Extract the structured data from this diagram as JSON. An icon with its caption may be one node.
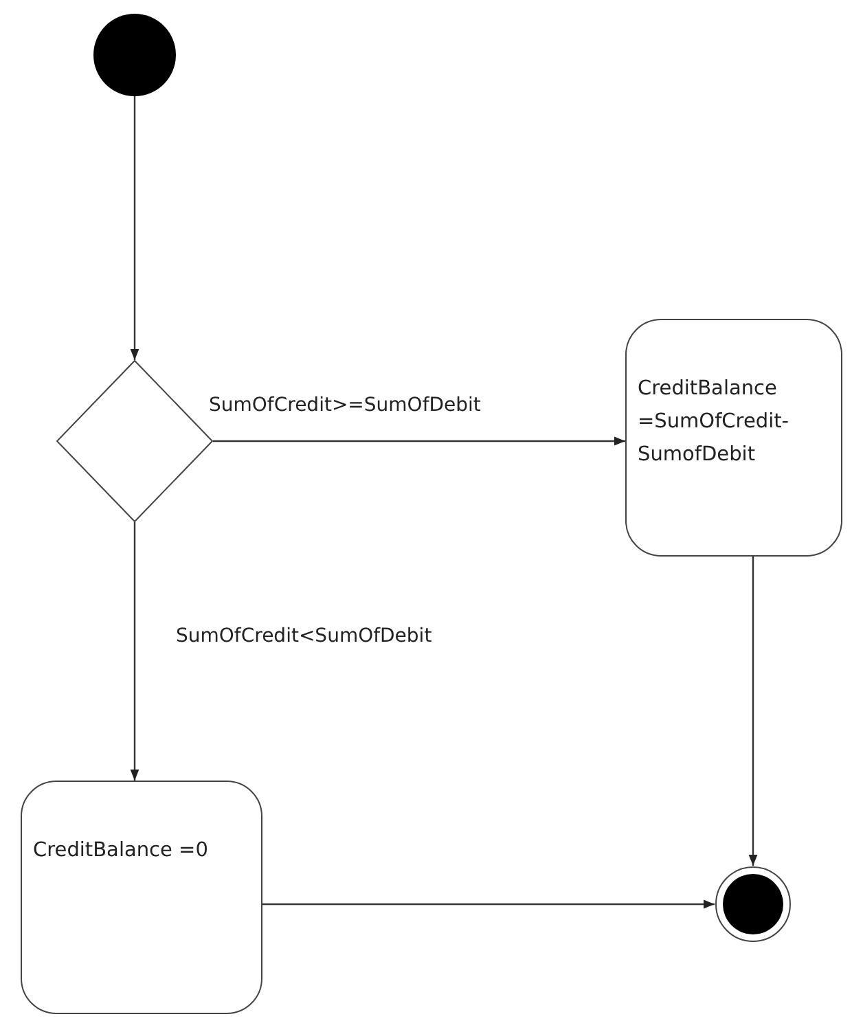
{
  "diagram": {
    "nodes": [
      {
        "text": [],
        "shape": "circle"
      },
      {
        "text": [],
        "shape": "diamond"
      },
      {
        "text": [
          "CreditBalance =SumOfCredit- SumofDebit"
        ]
      },
      {
        "text": [
          "CreditBalance =0"
        ]
      },
      {
        "text": [],
        "shape": "circle"
      }
    ],
    "edges": [
      {
        "from": 0,
        "to": 1,
        "arrow": "to"
      },
      {
        "from": 1,
        "to": 2,
        "arrow": "to",
        "label": "SumOfCredit>=SumOfDebit"
      },
      {
        "from": 1,
        "to": 3,
        "arrow": "to",
        "label": "SumOfCredit<SumOfDebit"
      },
      {
        "from": 2,
        "to": 4,
        "arrow": "to"
      },
      {
        "from": 3,
        "to": 4,
        "arrow": "to"
      }
    ]
  }
}
